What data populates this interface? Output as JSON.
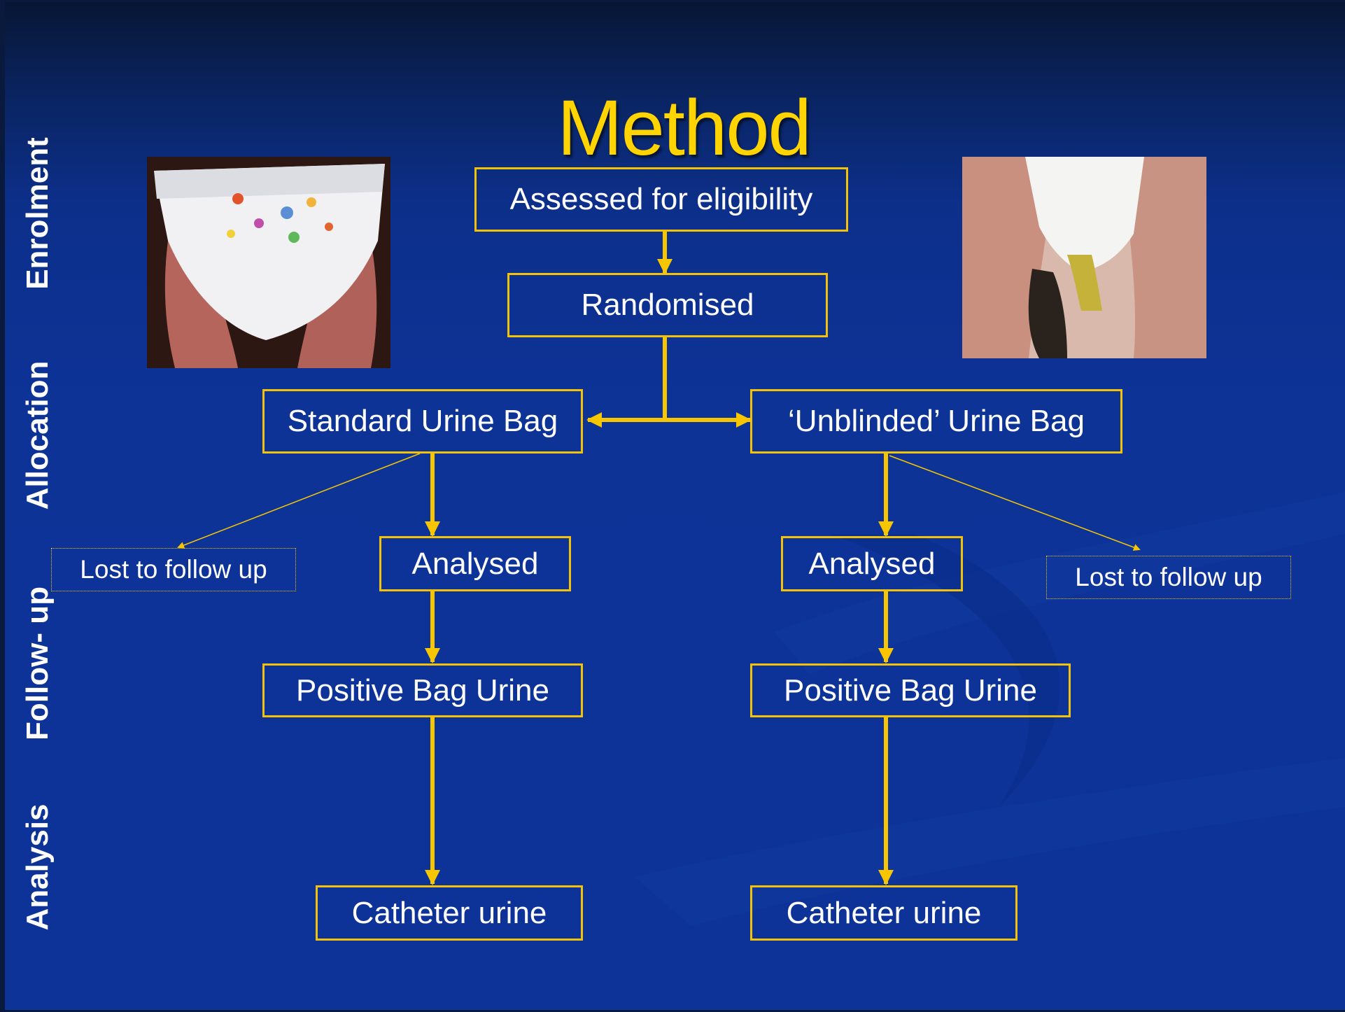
{
  "title": "Method",
  "phase_labels": [
    "Enrolment",
    "Allocation",
    "Follow- up",
    "Analysis"
  ],
  "boxes": {
    "assessed": "Assessed for eligibility",
    "randomised": "Randomised",
    "standard_bag": "Standard Urine Bag",
    "unblinded_bag": "‘Unblinded’ Urine Bag",
    "analysed_left": "Analysed",
    "analysed_right": "Analysed",
    "positive_left": "Positive Bag Urine",
    "positive_right": "Positive Bag Urine",
    "catheter_left": "Catheter urine",
    "catheter_right": "Catheter urine",
    "lost_left": "Lost to follow up",
    "lost_right": "Lost to follow up"
  },
  "colors": {
    "background": "#0d3399",
    "title": "#ffd400",
    "box_border": "#f2c20a",
    "arrow": "#f7c600",
    "text": "#ffffff"
  }
}
